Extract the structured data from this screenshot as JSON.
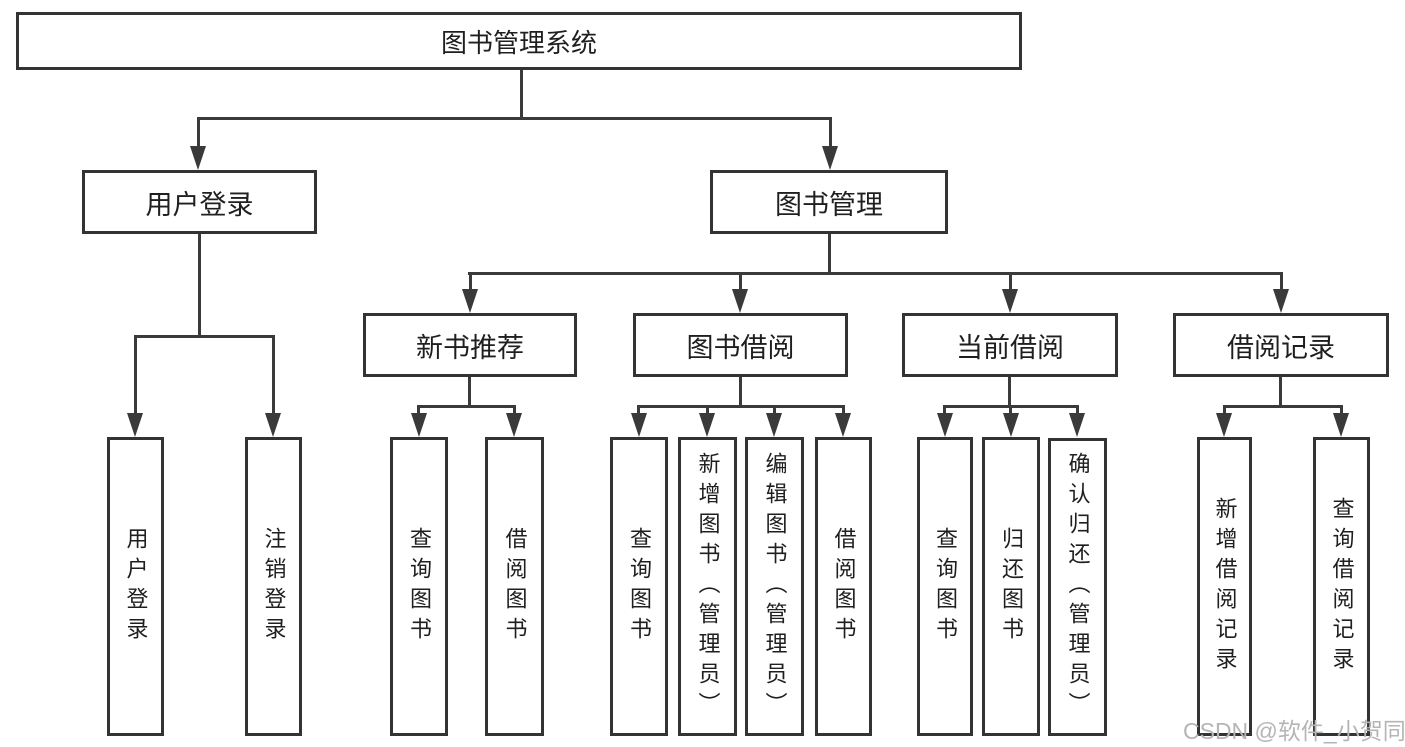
{
  "tree": {
    "label": "图书管理系统",
    "children": [
      {
        "label": "用户登录",
        "children": [
          {
            "label": "用户登录"
          },
          {
            "label": "注销登录"
          }
        ]
      },
      {
        "label": "图书管理",
        "children": [
          {
            "label": "新书推荐",
            "children": [
              {
                "label": "查询图书"
              },
              {
                "label": "借阅图书"
              }
            ]
          },
          {
            "label": "图书借阅",
            "children": [
              {
                "label": "查询图书"
              },
              {
                "label": "新增图书（管理员）"
              },
              {
                "label": "编辑图书（管理员）"
              },
              {
                "label": "借阅图书"
              }
            ]
          },
          {
            "label": "当前借阅",
            "children": [
              {
                "label": "查询图书"
              },
              {
                "label": "归还图书"
              },
              {
                "label": "确认归还（管理员）"
              }
            ]
          },
          {
            "label": "借阅记录",
            "children": [
              {
                "label": "新增借阅记录"
              },
              {
                "label": "查询借阅记录"
              }
            ]
          }
        ]
      }
    ]
  },
  "watermark": {
    "text": "CSDN @软件_小贺同学",
    "color": "#b5b5b5"
  },
  "colors": {
    "border": "#333333",
    "line": "#3a3a3a",
    "text": "#1f1f1f",
    "background": "#ffffff"
  }
}
